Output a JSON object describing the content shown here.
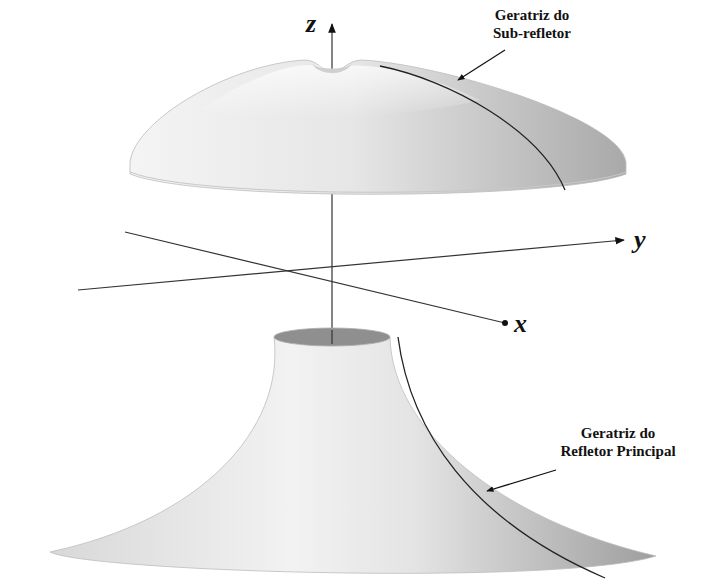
{
  "diagram": {
    "labels": [
      "Geratriz do Sub-refletor",
      "z",
      "y",
      "x",
      "Geratriz do Refletor Principal"
    ]
  }
}
